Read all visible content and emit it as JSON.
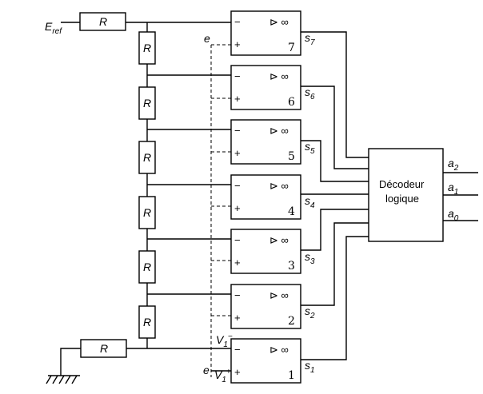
{
  "resistor_label": "R",
  "source": {
    "label": "E",
    "subscript": "ref"
  },
  "input_label": "e",
  "opamp_symbol": "⊳ ∞",
  "opamp_minus": "−",
  "opamp_plus": "+",
  "comparators": [
    {
      "number": "7",
      "output": "s",
      "output_sub": "7"
    },
    {
      "number": "6",
      "output": "s",
      "output_sub": "6"
    },
    {
      "number": "5",
      "output": "s",
      "output_sub": "5"
    },
    {
      "number": "4",
      "output": "s",
      "output_sub": "4"
    },
    {
      "number": "3",
      "output": "s",
      "output_sub": "3"
    },
    {
      "number": "2",
      "output": "s",
      "output_sub": "2"
    },
    {
      "number": "1",
      "output": "s",
      "output_sub": "1"
    }
  ],
  "v1_minus": {
    "label": "V",
    "sub": "1",
    "sup": "−"
  },
  "v1_plus": {
    "label": "V",
    "sub": "1",
    "sup": "+"
  },
  "decoder": {
    "line1": "Décodeur",
    "line2": "logique"
  },
  "outputs": [
    {
      "label": "a",
      "sub": "2"
    },
    {
      "label": "a",
      "sub": "1"
    },
    {
      "label": "a",
      "sub": "0"
    }
  ]
}
